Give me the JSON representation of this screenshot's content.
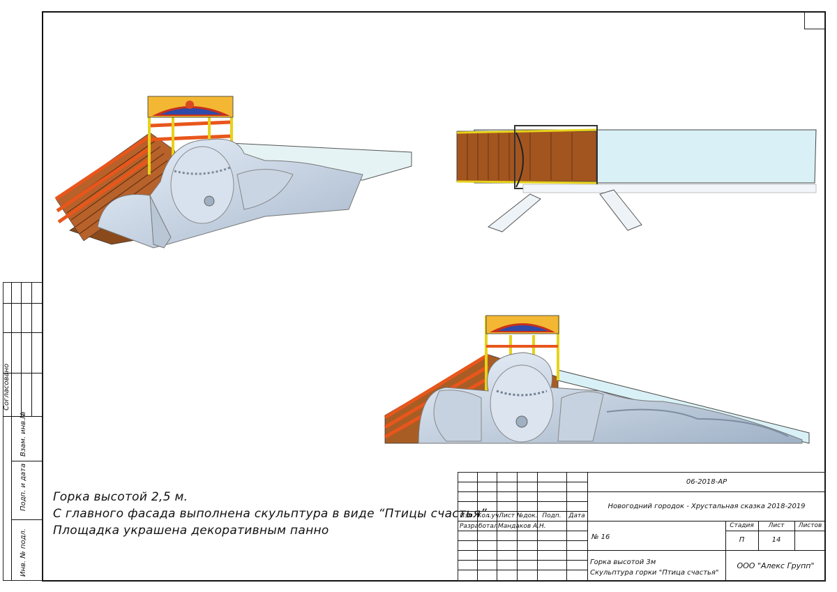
{
  "sheet": {
    "side_stamp": {
      "agreed": "Согласовано",
      "inv_replaced": "Взам. инв.№",
      "sign_date": "Подп. и дата",
      "inv_original": "Инв. № подл."
    },
    "notes": [
      "Горка высотой 2,5 м.",
      "С главного фасада выполнена скульптура в виде “Птицы счастья”.",
      "Площадка украшена декоративным панно"
    ],
    "title_block": {
      "doc_code": "06-2018-АР",
      "project": "Новогодний городок - Хрустальная сказка 2018-2019",
      "headers": [
        "Изм.",
        "Кол.уч.",
        "Лист",
        "№док.",
        "Подп.",
        "Дата"
      ],
      "developer_role": "Разработал",
      "developer_name": "Мандаков А.Н.",
      "item_number": "№ 16",
      "stage_label": "Стадия",
      "sheet_label": "Лист",
      "sheets_label": "Листов",
      "stage_value": "П",
      "sheet_value": "14",
      "drawing_title_1": "Горка высотой 3м",
      "drawing_title_2": "Скульптура горки \"Птица счастья\"",
      "company": "ООО \"Алекс Групп\""
    }
  }
}
